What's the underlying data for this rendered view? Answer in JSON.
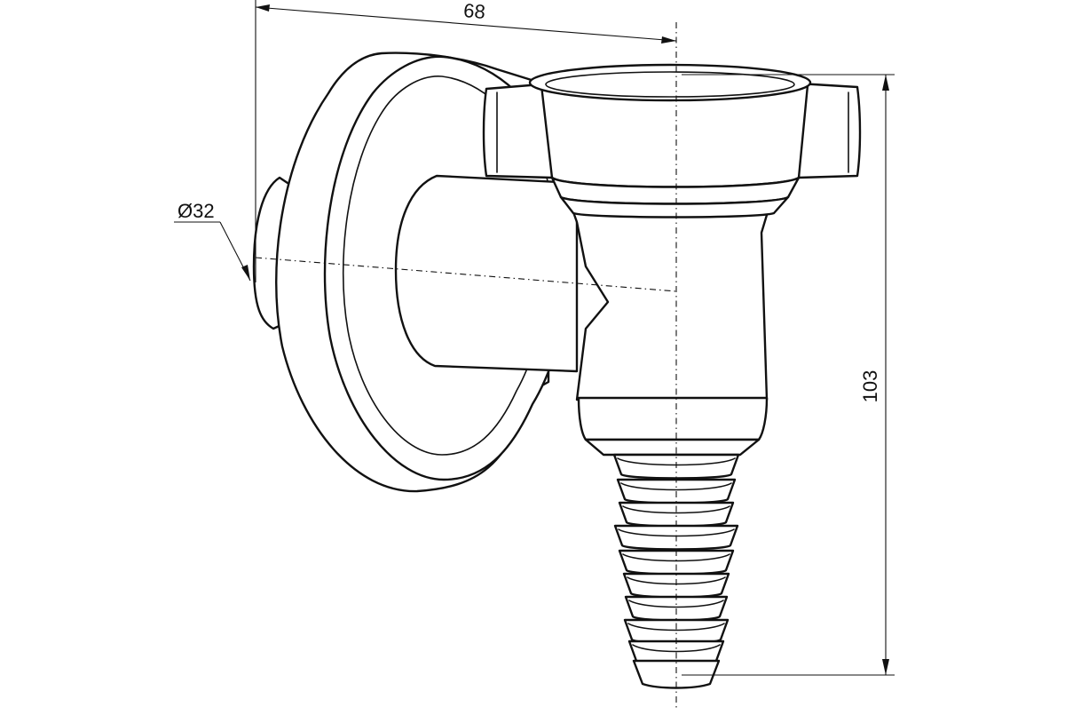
{
  "dimensions": {
    "width_label": "68",
    "height_label": "103",
    "diameter_label": "Ø32"
  },
  "colors": {
    "line": "#111111",
    "background": "#ffffff"
  }
}
